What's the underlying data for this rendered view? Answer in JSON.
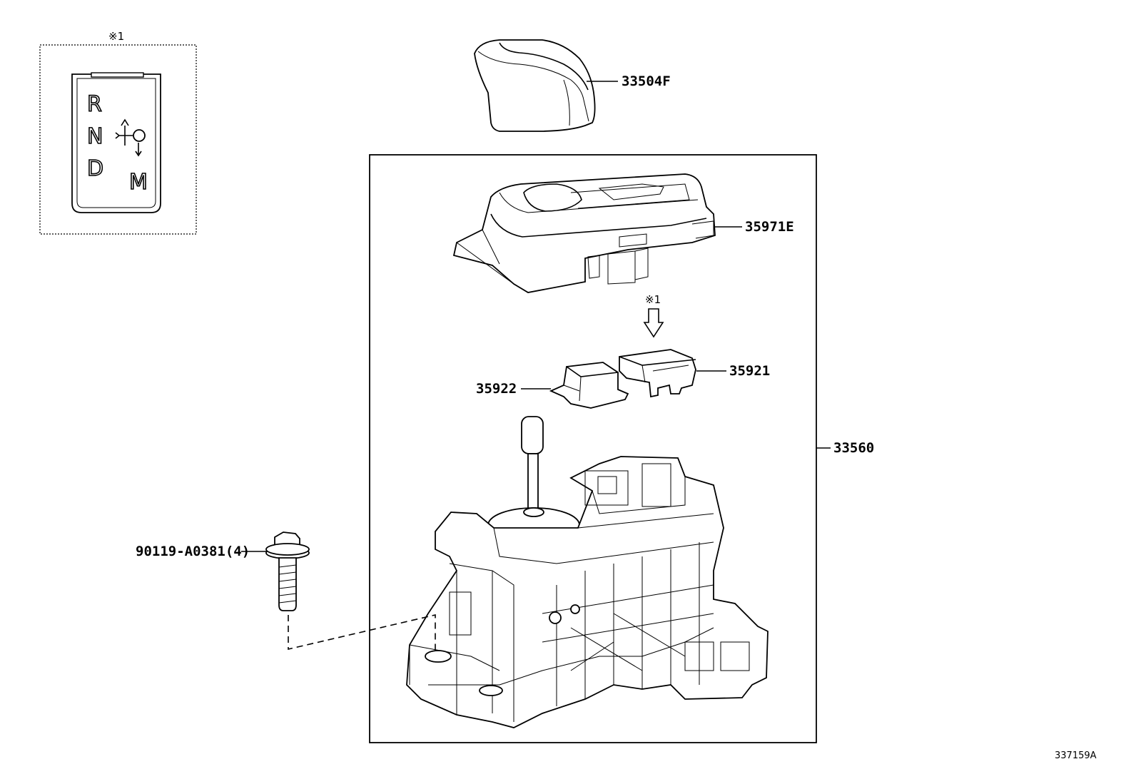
{
  "note_mark": "※1",
  "diagram_id": "337159A",
  "detail_box": {
    "note_mark": "※1",
    "gate_letters": [
      "R",
      "N",
      "D",
      "M"
    ]
  },
  "parts": [
    {
      "number": "33504F"
    },
    {
      "number": "35971E"
    },
    {
      "number": "35921"
    },
    {
      "number": "35922"
    },
    {
      "number": "33560"
    },
    {
      "number": "90119-A0381(4)"
    }
  ]
}
